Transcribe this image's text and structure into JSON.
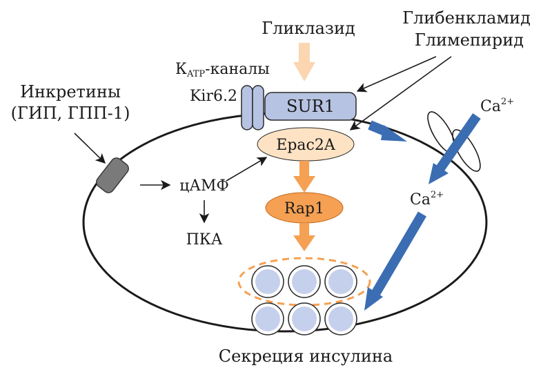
{
  "labels": {
    "gliclazide": "Гликлазид",
    "glibenclamide": "Глибенкламид",
    "glimepiride": "Глимепирид",
    "katp_prefix": "К",
    "katp_sub": "ATP",
    "katp_suffix": "-каналы",
    "kir": "Kir6.2",
    "sur1": "SUR1",
    "epac": "Epac2A",
    "rap": "Rap1",
    "incretins_line1": "Инкретины",
    "incretins_line2": "(ГИП, ГПП-1)",
    "camp": "цАМФ",
    "pka": "ПКА",
    "ca_out": "Ca",
    "ca_in": "Ca",
    "ca_charge": "2+",
    "secretion": "Секреция инсулина"
  },
  "colors": {
    "cell_outline": "#1a1a1a",
    "sur1_fill": "#b7c3e2",
    "channel_fill": "#b7c3e2",
    "epac_fill": "#fde3c4",
    "rap_fill": "#f5a052",
    "orange_arrow": "#f5a052",
    "gliclazide_arrow": "#fbd6b1",
    "blue_arrow": "#3b6db3",
    "receptor_fill": "#7a7a7a",
    "granule_fill": "#c5d0ec",
    "granule_ring": "#ffffff",
    "dashed_outline": "#f5a052"
  }
}
